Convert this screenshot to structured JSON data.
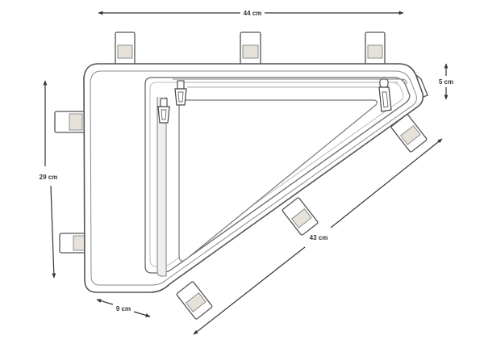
{
  "dimensions": {
    "width_top": "44 cm",
    "height_left": "29 cm",
    "depth_bottom": "9 cm",
    "diagonal": "43 cm",
    "depth_right": "5 cm"
  },
  "colors": {
    "outline": "#555555",
    "strap": "#cfcac0",
    "zipper_track": "#c8c8c8",
    "arrow": "#333333"
  },
  "icons": {
    "zipper_pull": "zipper-pull-icon",
    "velcro_strap": "velcro-strap-icon",
    "dimension_arrow": "double-arrow-icon"
  }
}
